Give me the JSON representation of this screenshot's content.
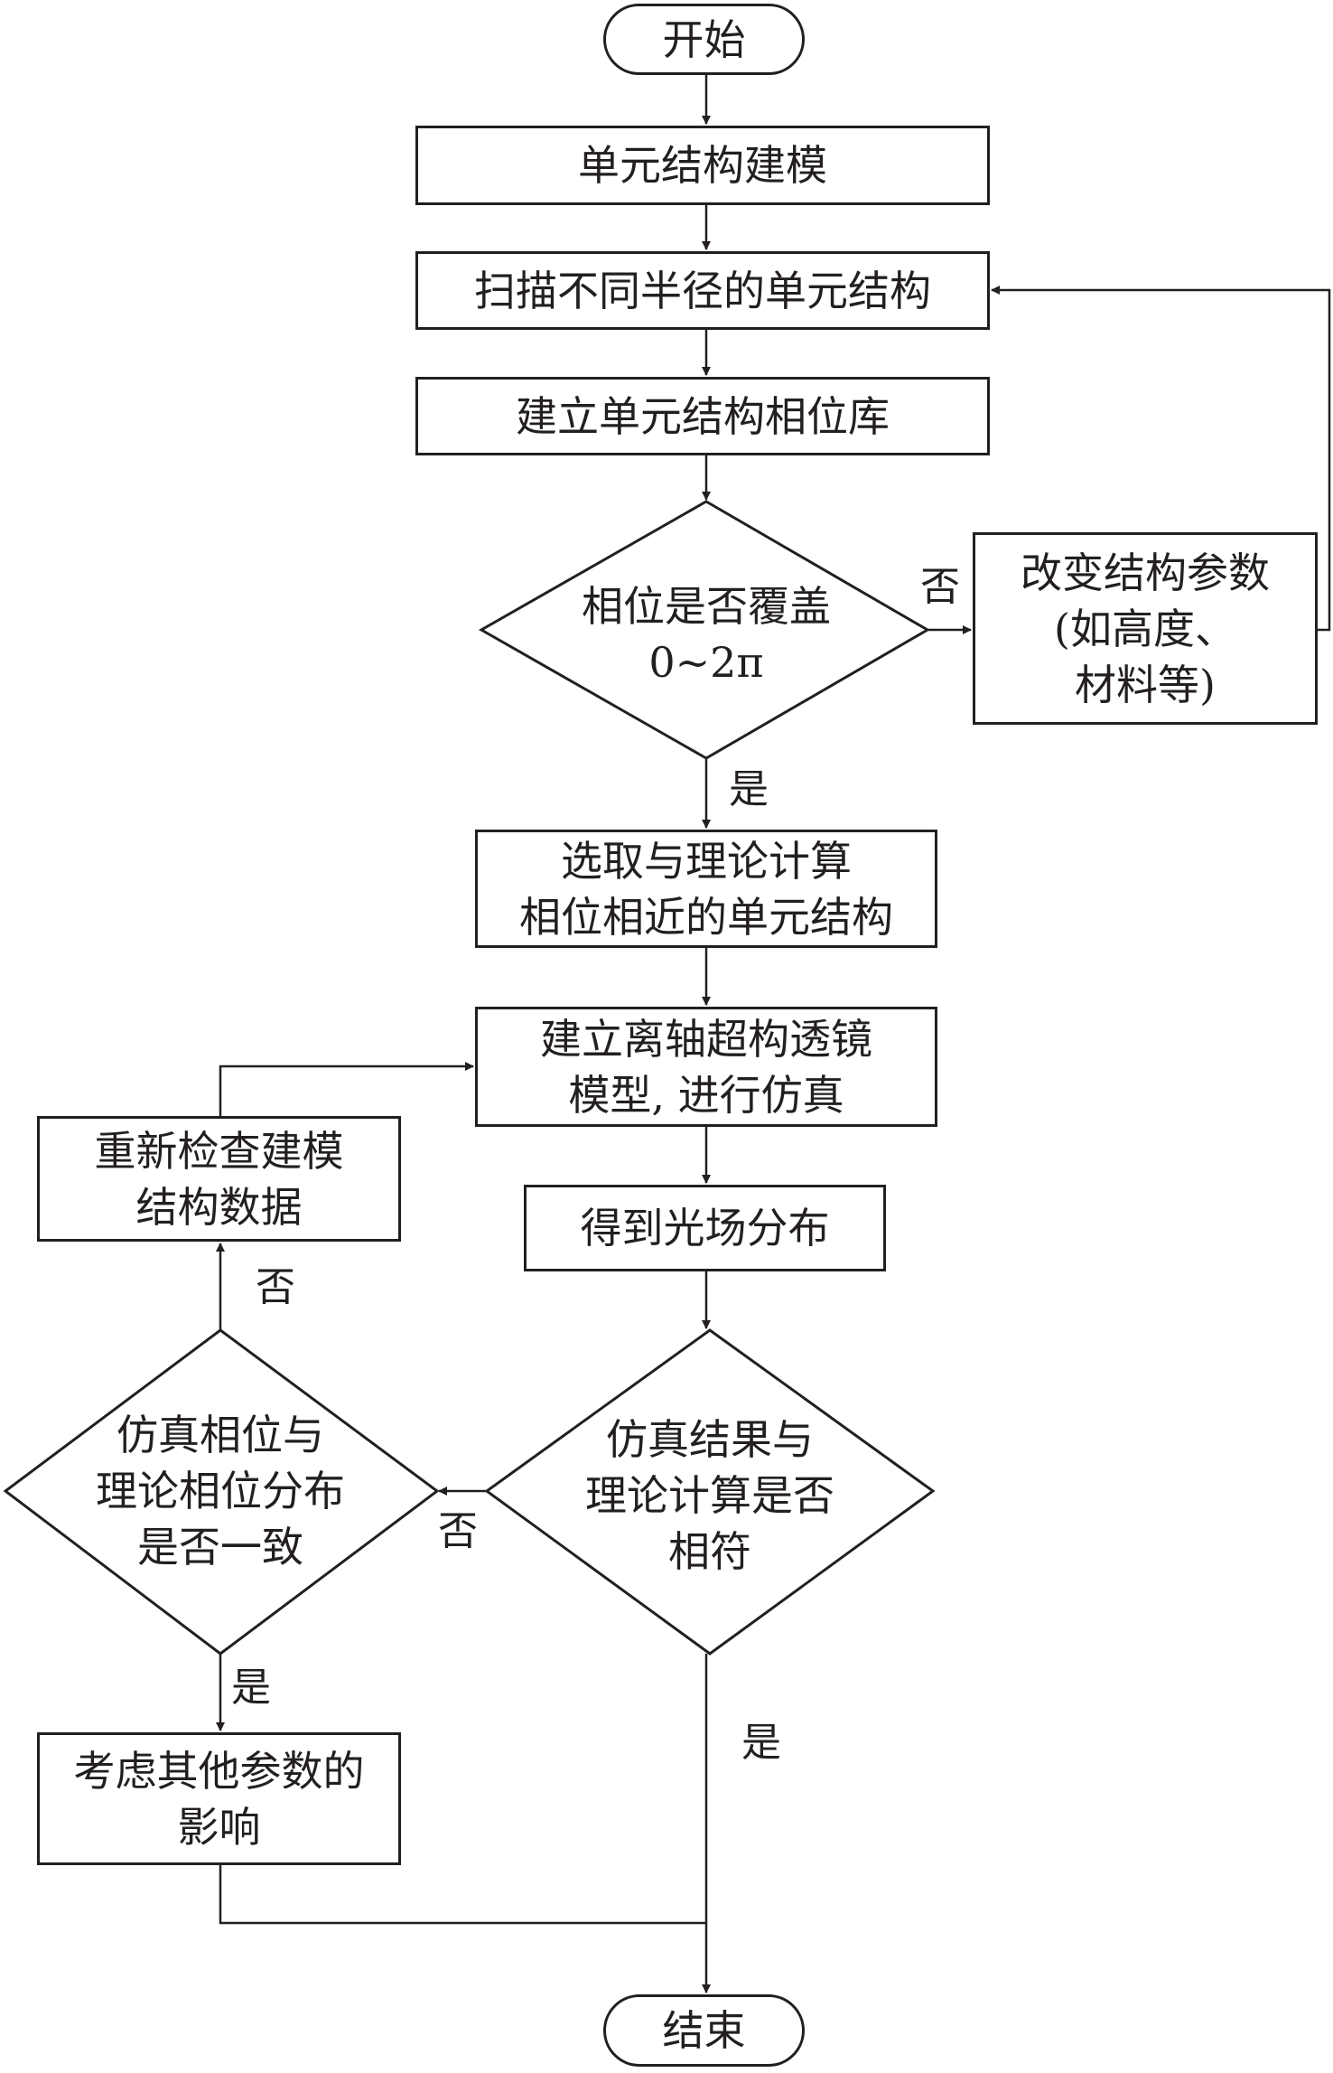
{
  "flowchart": {
    "start": "开始",
    "end": "结束",
    "steps": {
      "unit_modeling": "单元结构建模",
      "scan_radius": "扫描不同半径的单元结构",
      "build_phase_library": "建立单元结构相位库",
      "change_params": [
        "改变结构参数",
        "(如高度、",
        "材料等)"
      ],
      "select_units": [
        "选取与理论计算",
        "相位相近的单元结构"
      ],
      "build_lens_model": [
        "建立离轴超构透镜",
        "模型, 进行仿真"
      ],
      "get_field": "得到光场分布",
      "recheck_data": [
        "重新检查建模",
        "结构数据"
      ],
      "consider_other": [
        "考虑其他参数的",
        "影响"
      ]
    },
    "decisions": {
      "phase_coverage": [
        "相位是否覆盖",
        "0~2π"
      ],
      "result_match": [
        "仿真结果与",
        "理论计算是否",
        "相符"
      ],
      "phase_match": [
        "仿真相位与",
        "理论相位分布",
        "是否一致"
      ]
    },
    "edge_labels": {
      "coverage_no": "否",
      "coverage_yes": "是",
      "result_no": "否",
      "result_yes": "是",
      "phase_no": "否",
      "phase_yes": "是"
    }
  }
}
